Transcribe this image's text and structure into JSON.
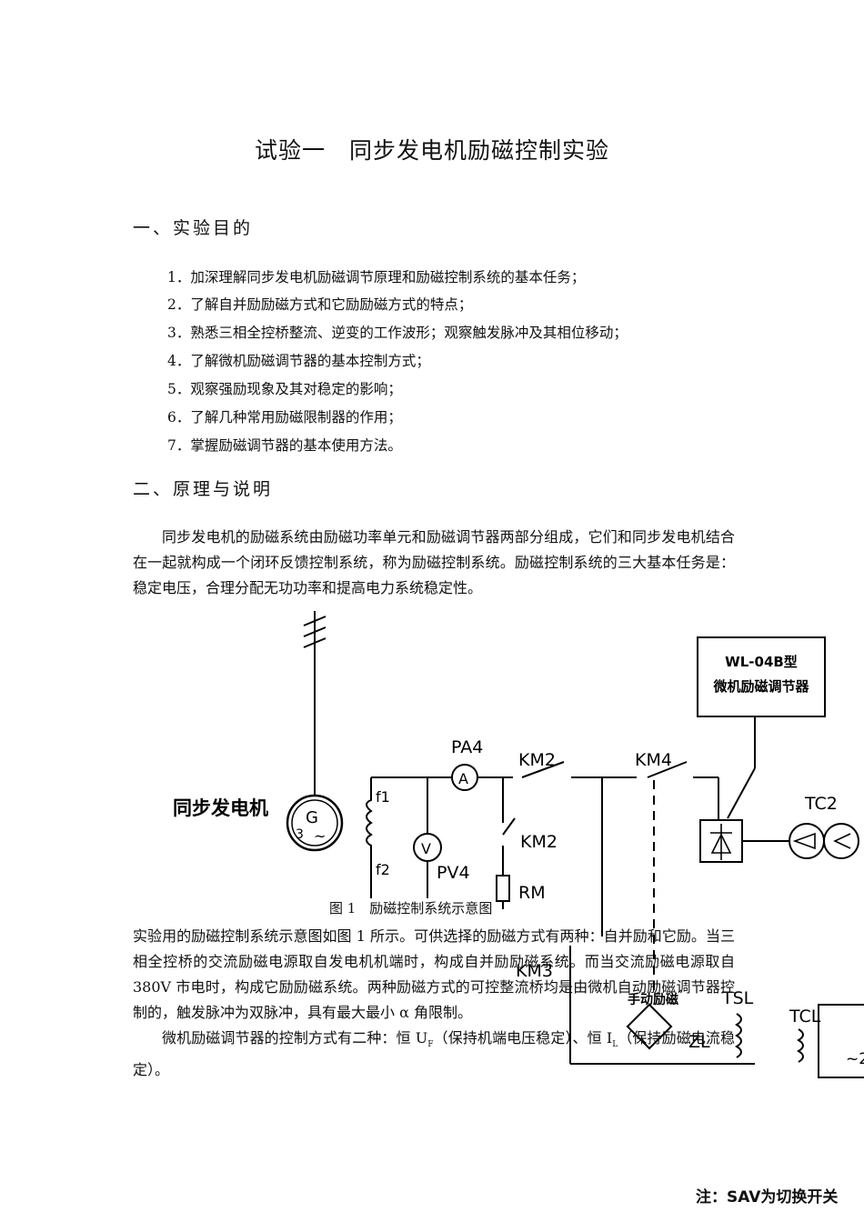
{
  "doc": {
    "title": "试验一　同步发电机励磁控制实验",
    "section1": {
      "heading": "一、实验目的",
      "items": [
        "1．加深理解同步发电机励磁调节原理和励磁控制系统的基本任务；",
        "2．了解自并励励磁方式和它励励磁方式的特点；",
        "3．熟悉三相全控桥整流、逆变的工作波形；观察触发脉冲及其相位移动；",
        "4．了解微机励磁调节器的基本控制方式；",
        "5．观察强励现象及其对稳定的影响；",
        "6．了解几种常用励磁限制器的作用；",
        "7．掌握励磁调节器的基本使用方法。"
      ]
    },
    "section2": {
      "heading": "二、原理与说明",
      "para1": "同步发电机的励磁系统由励磁功率单元和励磁调节器两部分组成，它们和同步发电机结合在一起就构成一个闭环反馈控制系统，称为励磁控制系统。励磁控制系统的三大基本任务是：稳定电压，合理分配无功功率和提高电力系统稳定性。",
      "para2": "实验用的励磁控制系统示意图如图 1 所示。可供选择的励磁方式有两种：自并励和它励。当三相全控桥的交流励磁电源取自发电机机端时，构成自并励励磁系统。而当交流励磁电源取自 380V 市电时，构成它励励磁系统。两种励磁方式的可控整流桥均是由微机自动励磁调节器控制的，触发脉冲为双脉冲，具有最大最小 α 角限制。",
      "para3_a": "微机励磁调节器的控制方式有二种：恒 U",
      "para3_sub1": "F",
      "para3_b": "（保持机端电压稳定）、恒 I",
      "para3_sub2": "L",
      "para3_c": "（保持励磁电流稳定）。"
    },
    "figure": {
      "caption": "图 1　励磁控制系统示意图",
      "labels": {
        "generator": "同步发电机",
        "regulator_line1": "WL-04B型",
        "regulator_line2": "微机励磁调节器",
        "pa4": "PA4",
        "km2_top": "KM2",
        "km4": "KM4",
        "km2_vert": "KM2",
        "pv4": "PV4",
        "rm": "RM",
        "f1": "f1",
        "f2": "f2",
        "g": "G",
        "g3": "3",
        "g_tilde": "~",
        "ammeter": "A",
        "voltmeter": "V",
        "tc2": "TC2",
        "tsl": "TSL",
        "tcl": "TCL",
        "km3": "KM3",
        "zl": "ZL",
        "manual": "手动励磁",
        "ac_source": "~2",
        "note": "注：SAV为切换开关"
      }
    }
  }
}
